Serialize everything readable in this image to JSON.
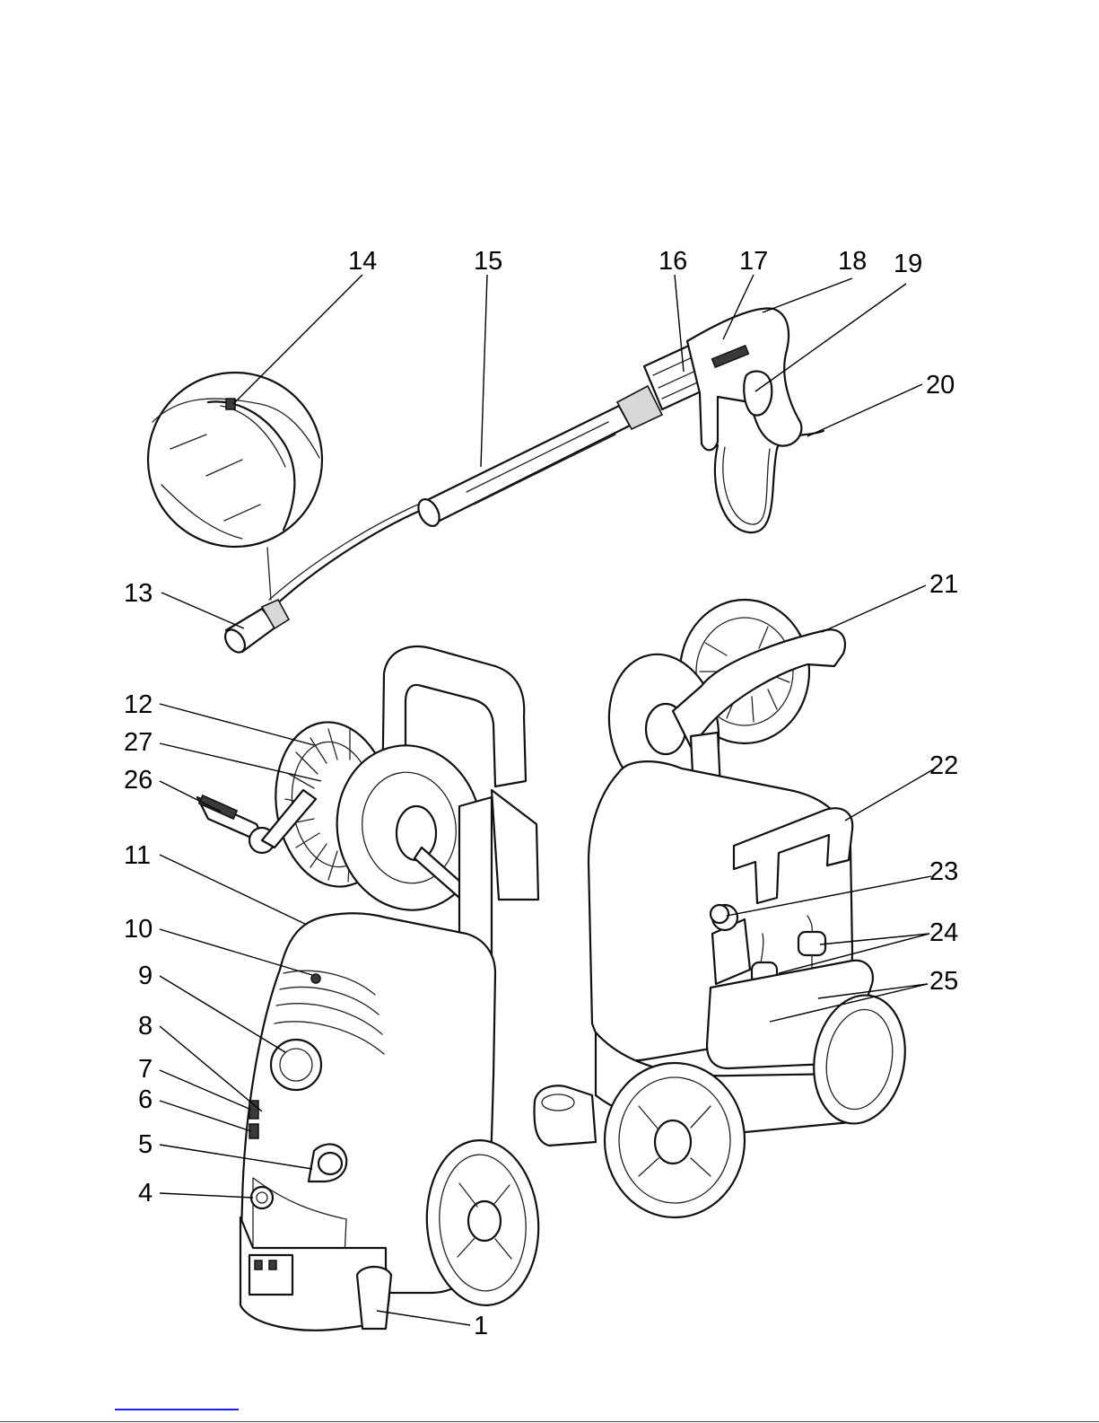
{
  "figure": {
    "callouts": [
      {
        "id": "14",
        "label": "14"
      },
      {
        "id": "15",
        "label": "15"
      },
      {
        "id": "16",
        "label": "16"
      },
      {
        "id": "17",
        "label": "17"
      },
      {
        "id": "18",
        "label": "18"
      },
      {
        "id": "19",
        "label": "19"
      },
      {
        "id": "20",
        "label": "20"
      },
      {
        "id": "21",
        "label": "21"
      },
      {
        "id": "22",
        "label": "22"
      },
      {
        "id": "23",
        "label": "23"
      },
      {
        "id": "24",
        "label": "24"
      },
      {
        "id": "25",
        "label": "25"
      },
      {
        "id": "13",
        "label": "13"
      },
      {
        "id": "12",
        "label": "12"
      },
      {
        "id": "27",
        "label": "27"
      },
      {
        "id": "26",
        "label": "26"
      },
      {
        "id": "11",
        "label": "11"
      },
      {
        "id": "10",
        "label": "10"
      },
      {
        "id": "9",
        "label": "9"
      },
      {
        "id": "8",
        "label": "8"
      },
      {
        "id": "7",
        "label": "7"
      },
      {
        "id": "6",
        "label": "6"
      },
      {
        "id": "5",
        "label": "5"
      },
      {
        "id": "4",
        "label": "4"
      },
      {
        "id": "1",
        "label": "1"
      }
    ]
  }
}
